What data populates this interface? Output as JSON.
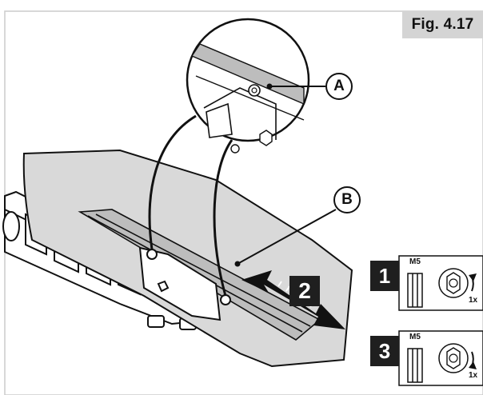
{
  "figure": {
    "label": "Fig. 4.17"
  },
  "callouts": {
    "a": "A",
    "b": "B"
  },
  "steps": [
    {
      "number": "1",
      "tool_size": "M5",
      "count": "1x",
      "direction": "loosen"
    },
    {
      "number": "2"
    },
    {
      "number": "3",
      "tool_size": "M5",
      "count": "1x",
      "direction": "tighten"
    }
  ],
  "icons": {
    "hex_key": "hex-key-icon",
    "nut_rotation": "nut-rotation-icon",
    "slide_arrow": "double-arrow-icon"
  },
  "colors": {
    "line": "#111111",
    "shade": "#d9d9d9",
    "fill": "#ffffff",
    "step_box": "#1f1f1f"
  }
}
